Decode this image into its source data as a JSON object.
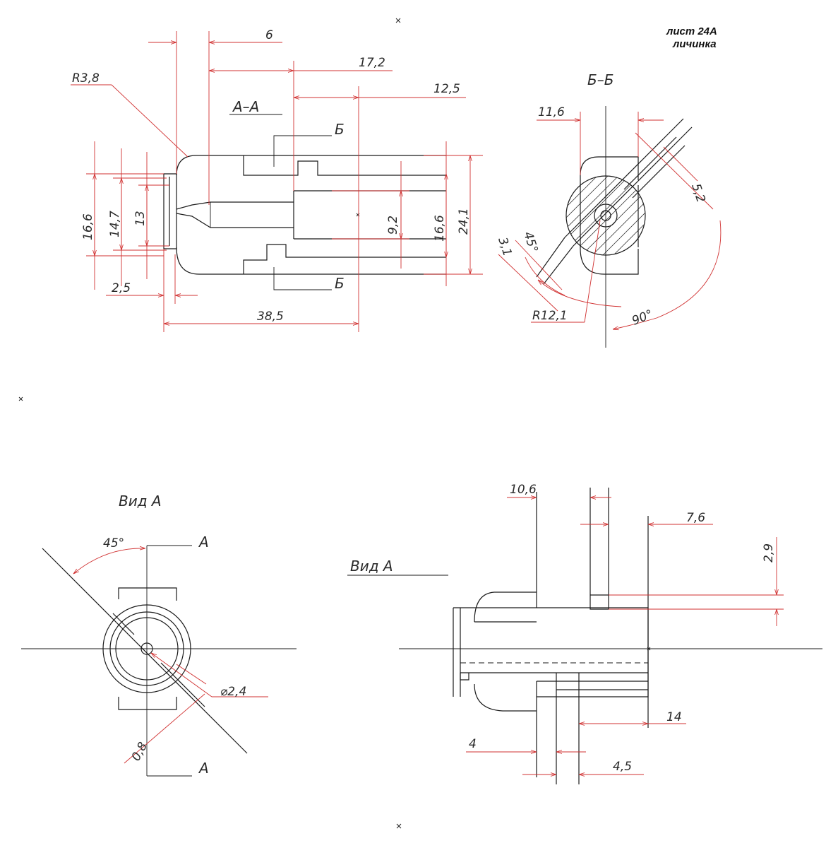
{
  "title": {
    "sheet": "лист 24А",
    "part": "личинка"
  },
  "views": {
    "section_aa": "А–А",
    "section_bb": "Б–Б",
    "view_a_1": "Вид А",
    "view_a_2": "Вид А"
  },
  "marks": {
    "b_top": "Б",
    "b_bottom": "Б",
    "a_top": "А",
    "a_bottom": "А"
  },
  "dims_aa": {
    "d6": "6",
    "d17_2": "17,2",
    "d12_5": "12,5",
    "r3_8": "R3,8",
    "d16_6_left": "16,6",
    "d14_7": "14,7",
    "d13": "13",
    "d2_5": "2,5",
    "d38_5": "38,5",
    "d9_2": "9,2",
    "d16_6_right": "16,6",
    "d24_1": "24,1"
  },
  "dims_bb": {
    "d11_6": "11,6",
    "d5_2": "5,2",
    "d3_1": "3,1",
    "a45": "45°",
    "r12_1": "R12,1",
    "a90": "90°"
  },
  "dims_view1": {
    "a45": "45°",
    "d2_4": "⌀2,4",
    "d0_8": "0,8"
  },
  "dims_view2": {
    "d10_6": "10,6",
    "d7_6": "7,6",
    "d2_9": "2,9",
    "d14": "14",
    "d4": "4",
    "d4_5": "4,5"
  },
  "colors": {
    "geometry": "#1a1a1a",
    "dimension": "#d03030",
    "text": "#2a2a2a"
  }
}
